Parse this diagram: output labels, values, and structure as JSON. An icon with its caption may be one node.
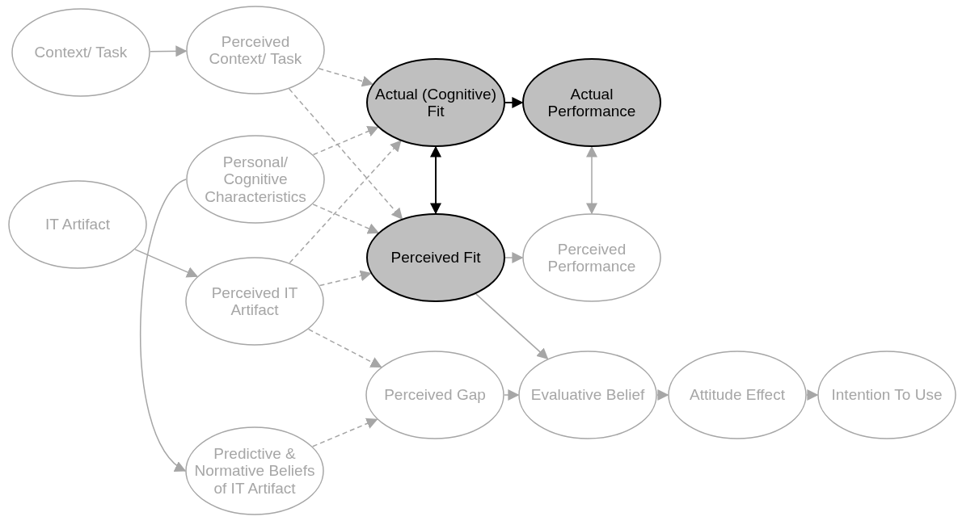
{
  "diagram": {
    "nodes": [
      {
        "text": [
          "Context/ Task"
        ]
      },
      {
        "text": [
          "Perceived Context/ Task"
        ]
      },
      {
        "text": [
          "Actual (Cognitive) Fit"
        ]
      },
      {
        "text": [
          "Actual Performance"
        ]
      },
      {
        "text": [
          "Personal/ Cognitive Characteristics"
        ]
      },
      {
        "text": [
          "IT Artifact"
        ]
      },
      {
        "text": [
          "Perceived Fit"
        ]
      },
      {
        "text": [
          "Perceived Performance"
        ]
      },
      {
        "text": [
          "Perceived IT Artifact"
        ]
      },
      {
        "text": [
          "Perceived Gap"
        ]
      },
      {
        "text": [
          "Evaluative Belief"
        ]
      },
      {
        "text": [
          "Attitude Effect"
        ]
      },
      {
        "text": [
          "Intention To Use"
        ]
      },
      {
        "text": [
          "Predictive & Normative Beliefs of IT Artifact"
        ]
      }
    ],
    "edges": [
      {
        "from": 0,
        "to": 1,
        "arrow": "to"
      },
      {
        "from": 1,
        "to": 2,
        "arrow": "to",
        "style": "dashed"
      },
      {
        "from": 1,
        "to": 6,
        "arrow": "to",
        "style": "dashed"
      },
      {
        "from": 4,
        "to": 2,
        "arrow": "to",
        "style": "dashed"
      },
      {
        "from": 4,
        "to": 6,
        "arrow": "to",
        "style": "dashed"
      },
      {
        "from": 8,
        "to": 2,
        "arrow": "to",
        "style": "dashed"
      },
      {
        "from": 8,
        "to": 6,
        "arrow": "to",
        "style": "dashed"
      },
      {
        "from": 8,
        "to": 9,
        "arrow": "to",
        "style": "dashed"
      },
      {
        "from": 13,
        "to": 9,
        "arrow": "to",
        "style": "dashed"
      },
      {
        "from": 5,
        "to": 8,
        "arrow": "to"
      },
      {
        "from": 4,
        "to": 13,
        "arrow": "to"
      },
      {
        "from": 2,
        "to": 3,
        "arrow": "to",
        "color": "#000000"
      },
      {
        "from": 2,
        "to": 6,
        "arrow": "both",
        "color": "#000000"
      },
      {
        "from": 3,
        "to": 7,
        "arrow": "both"
      },
      {
        "from": 6,
        "to": 7,
        "arrow": "to"
      },
      {
        "from": 6,
        "to": 10,
        "arrow": "to"
      },
      {
        "from": 9,
        "to": 10,
        "arrow": "to"
      },
      {
        "from": 10,
        "to": 11,
        "arrow": "to"
      },
      {
        "from": 11,
        "to": 12,
        "arrow": "to"
      }
    ]
  }
}
